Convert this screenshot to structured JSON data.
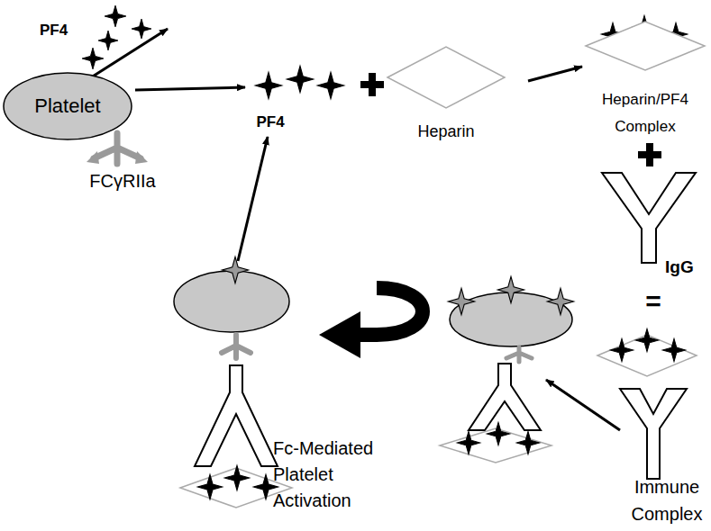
{
  "diagram": {
    "nodes": [
      {
        "text": [
          "Platelet"
        ]
      },
      {
        "text": [
          "Heparin"
        ]
      },
      {
        "text": [
          "Heparin/PF4 Complex"
        ]
      }
    ],
    "edges": [
      {
        "from": 1,
        "to": 2,
        "arrow": "to"
      }
    ],
    "labels": [
      "PF4",
      "FCγRIIa",
      "PF4",
      "IgG",
      "=",
      "Immune Complex",
      "Fc-Mediated Platelet Activation"
    ]
  }
}
